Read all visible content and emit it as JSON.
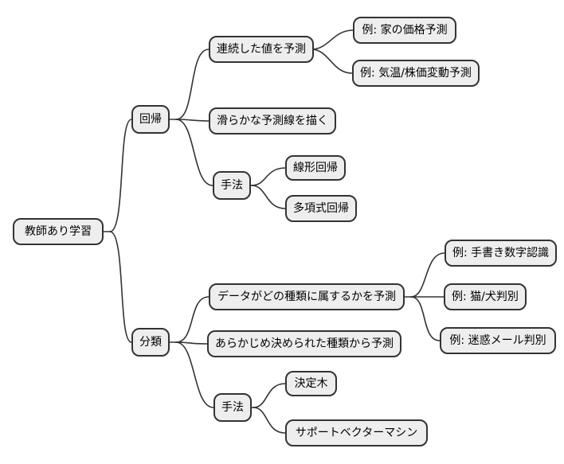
{
  "mindmap": {
    "root": "教師あり学習",
    "branches": {
      "regression": {
        "label": "回帰",
        "continuous_prediction": {
          "label": "連続した値を予測",
          "example_house_price": "例: 家の価格予測",
          "example_temp_stock": "例: 気温/株価変動予測"
        },
        "smooth_line": "滑らかな予測線を描く",
        "methods": {
          "label": "手法",
          "linear_regression": "線形回帰",
          "polynomial_regression": "多項式回帰"
        }
      },
      "classification": {
        "label": "分類",
        "category_prediction": {
          "label": "データがどの種類に属するかを予測",
          "example_handwritten_digits": "例: 手書き数字認識",
          "example_cat_dog": "例: 猫/犬判別",
          "example_spam_mail": "例: 迷惑メール判別"
        },
        "predetermined_categories": "あらかじめ決められた種類から予測",
        "methods": {
          "label": "手法",
          "decision_tree": "決定木",
          "support_vector_machine": "サポートベクターマシン"
        }
      }
    }
  },
  "colors": {
    "background": "#ffffff",
    "node_fill": "#eeeeee",
    "node_border": "#333333",
    "edge": "#333333",
    "text": "#000000"
  }
}
